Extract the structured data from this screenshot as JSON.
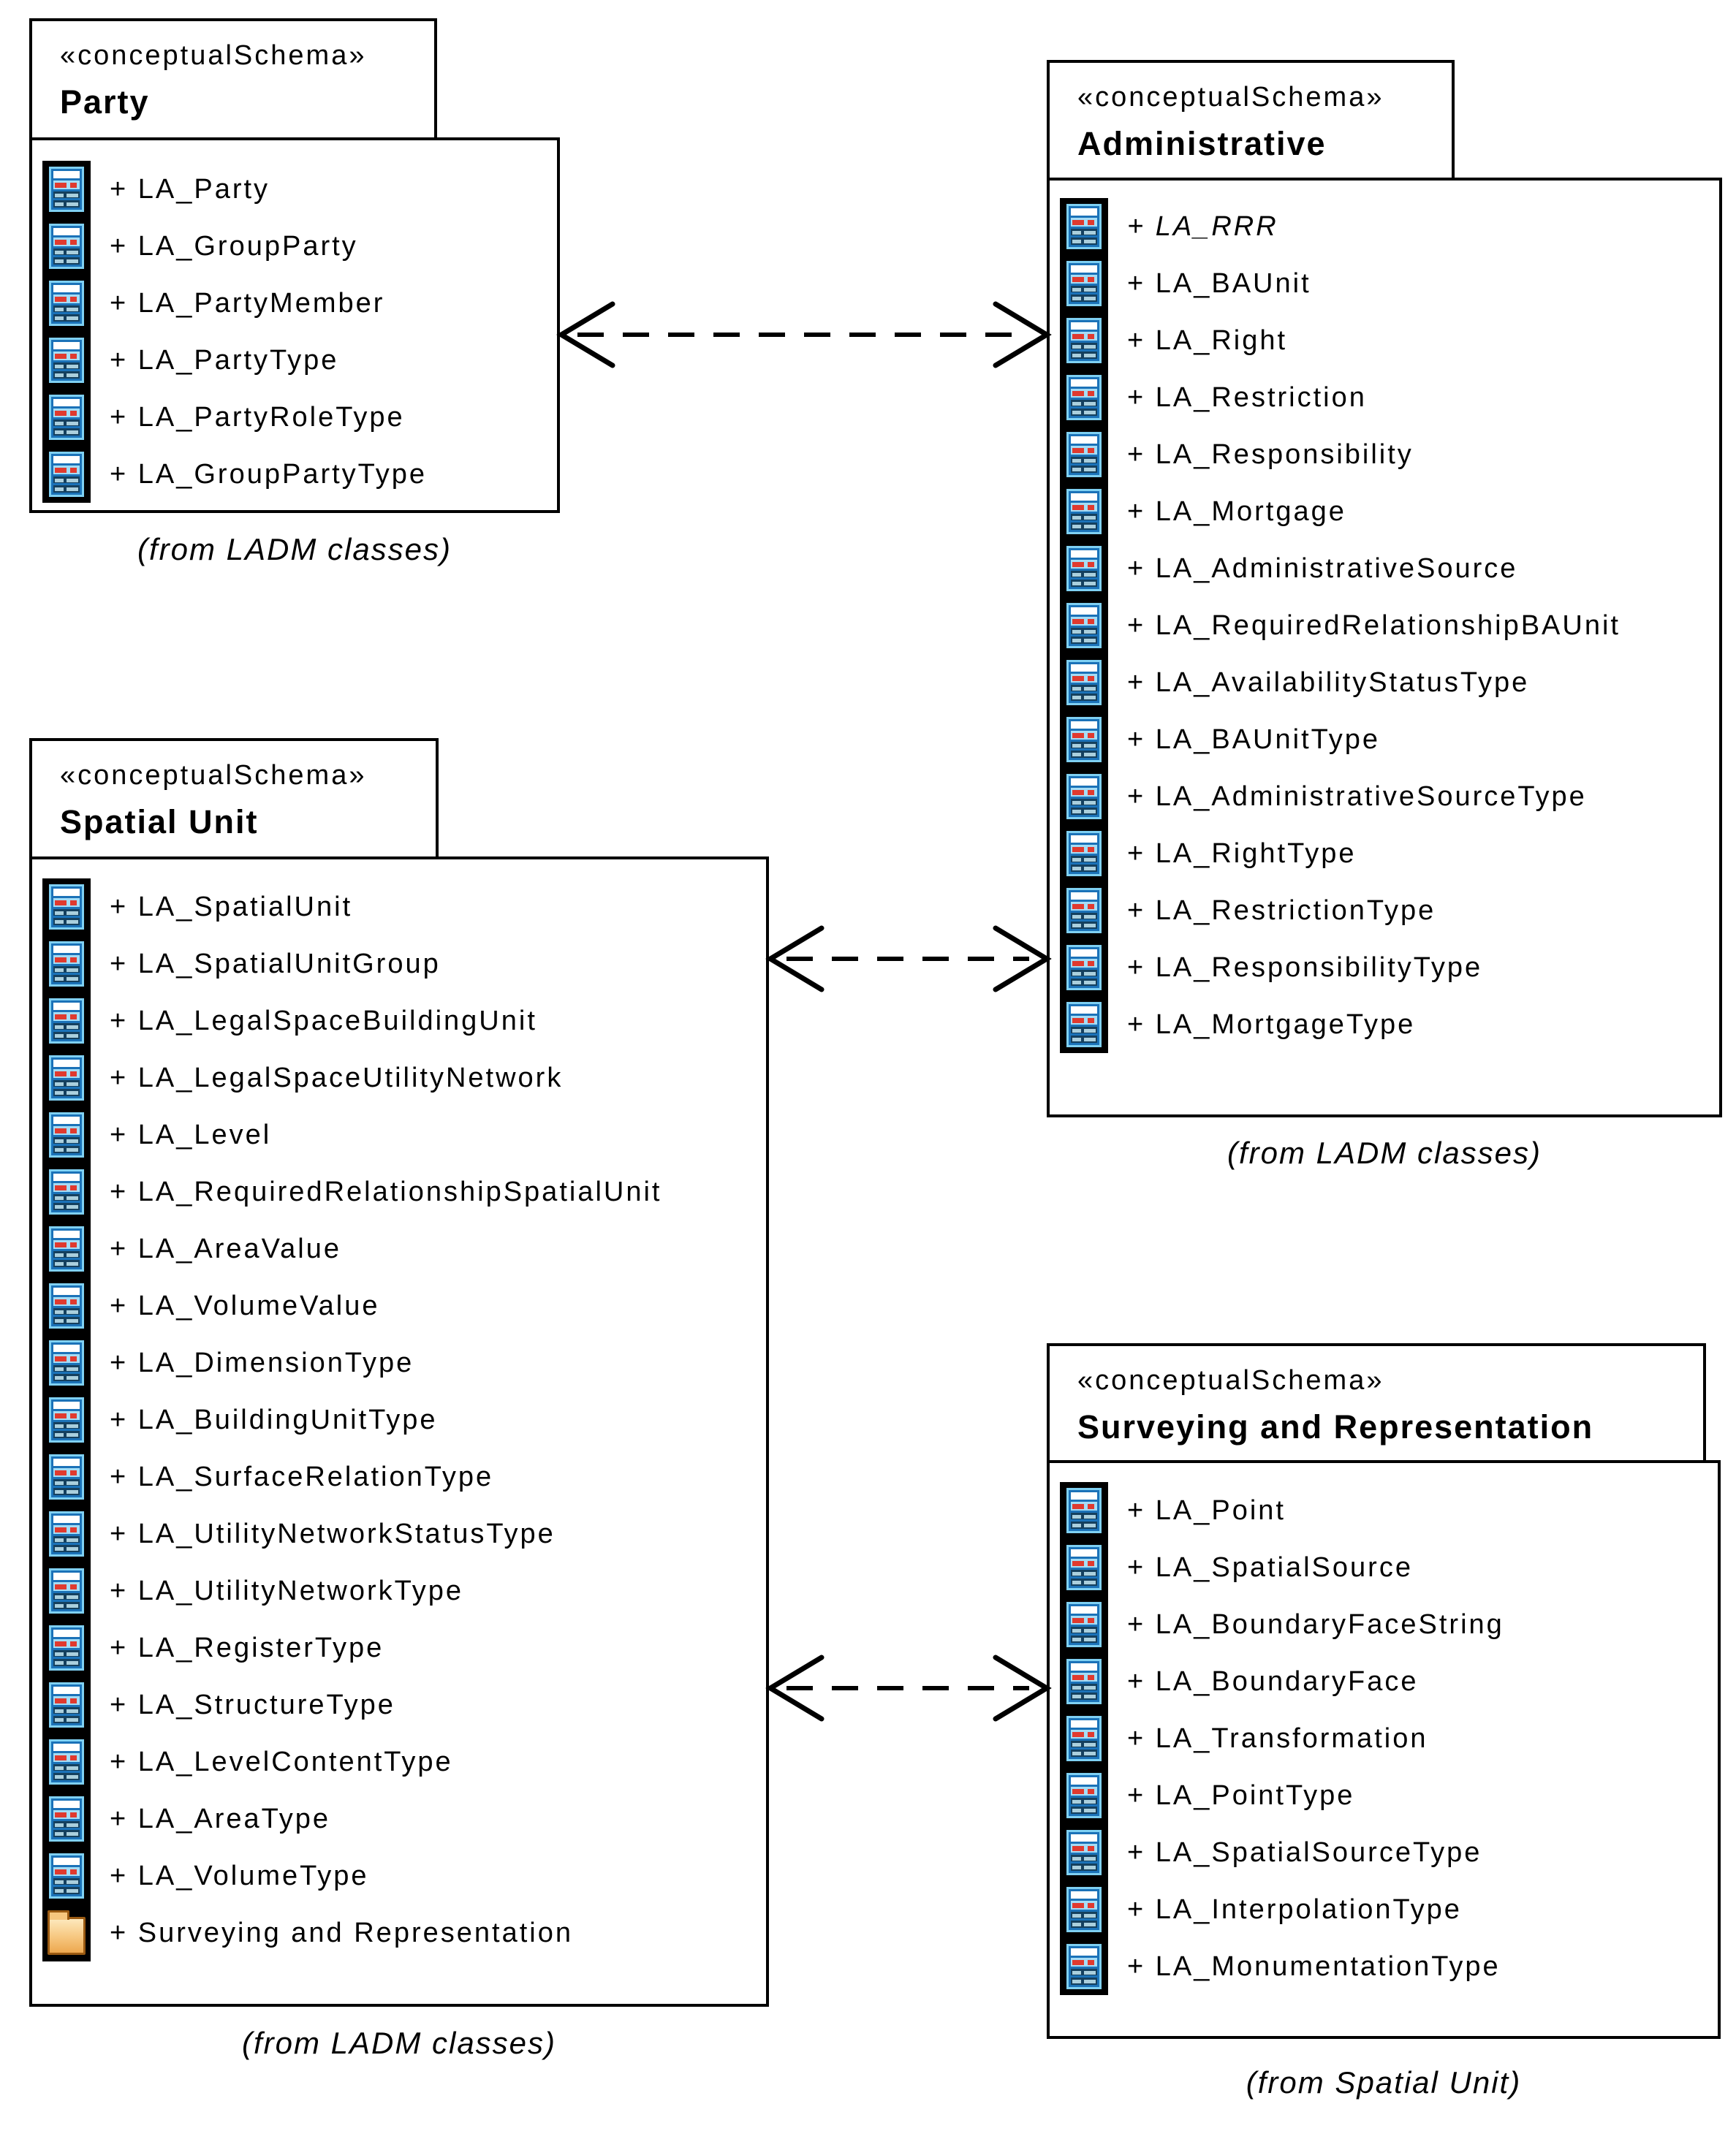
{
  "diagram": {
    "packages": [
      {
        "id": "party",
        "stereotype": "«conceptualSchema»",
        "name": "Party",
        "from_label": "(from LADM classes)",
        "items": [
          {
            "visibility": "+",
            "name": "LA_Party",
            "icon": "class-icon",
            "italic": false
          },
          {
            "visibility": "+",
            "name": "LA_GroupParty",
            "icon": "class-icon",
            "italic": false
          },
          {
            "visibility": "+",
            "name": "LA_PartyMember",
            "icon": "class-icon",
            "italic": false
          },
          {
            "visibility": "+",
            "name": "LA_PartyType",
            "icon": "class-icon",
            "italic": false
          },
          {
            "visibility": "+",
            "name": "LA_PartyRoleType",
            "icon": "class-icon",
            "italic": false
          },
          {
            "visibility": "+",
            "name": "LA_GroupPartyType",
            "icon": "class-icon",
            "italic": false
          }
        ]
      },
      {
        "id": "administrative",
        "stereotype": "«conceptualSchema»",
        "name": "Administrative",
        "from_label": "(from LADM classes)",
        "items": [
          {
            "visibility": "+",
            "name": "LA_RRR",
            "icon": "class-icon",
            "italic": true
          },
          {
            "visibility": "+",
            "name": "LA_BAUnit",
            "icon": "class-icon",
            "italic": false
          },
          {
            "visibility": "+",
            "name": "LA_Right",
            "icon": "class-icon",
            "italic": false
          },
          {
            "visibility": "+",
            "name": "LA_Restriction",
            "icon": "class-icon",
            "italic": false
          },
          {
            "visibility": "+",
            "name": "LA_Responsibility",
            "icon": "class-icon",
            "italic": false
          },
          {
            "visibility": "+",
            "name": "LA_Mortgage",
            "icon": "class-icon",
            "italic": false
          },
          {
            "visibility": "+",
            "name": "LA_AdministrativeSource",
            "icon": "class-icon",
            "italic": false
          },
          {
            "visibility": "+",
            "name": "LA_RequiredRelationshipBAUnit",
            "icon": "class-icon",
            "italic": false
          },
          {
            "visibility": "+",
            "name": "LA_AvailabilityStatusType",
            "icon": "class-icon",
            "italic": false
          },
          {
            "visibility": "+",
            "name": "LA_BAUnitType",
            "icon": "class-icon",
            "italic": false
          },
          {
            "visibility": "+",
            "name": "LA_AdministrativeSourceType",
            "icon": "class-icon",
            "italic": false
          },
          {
            "visibility": "+",
            "name": "LA_RightType",
            "icon": "class-icon",
            "italic": false
          },
          {
            "visibility": "+",
            "name": "LA_RestrictionType",
            "icon": "class-icon",
            "italic": false
          },
          {
            "visibility": "+",
            "name": "LA_ResponsibilityType",
            "icon": "class-icon",
            "italic": false
          },
          {
            "visibility": "+",
            "name": "LA_MortgageType",
            "icon": "class-icon",
            "italic": false
          }
        ]
      },
      {
        "id": "spatial-unit",
        "stereotype": "«conceptualSchema»",
        "name": "Spatial Unit",
        "from_label": "(from LADM classes)",
        "items": [
          {
            "visibility": "+",
            "name": "LA_SpatialUnit",
            "icon": "class-icon",
            "italic": false
          },
          {
            "visibility": "+",
            "name": "LA_SpatialUnitGroup",
            "icon": "class-icon",
            "italic": false
          },
          {
            "visibility": "+",
            "name": "LA_LegalSpaceBuildingUnit",
            "icon": "class-icon",
            "italic": false
          },
          {
            "visibility": "+",
            "name": "LA_LegalSpaceUtilityNetwork",
            "icon": "class-icon",
            "italic": false
          },
          {
            "visibility": "+",
            "name": "LA_Level",
            "icon": "class-icon",
            "italic": false
          },
          {
            "visibility": "+",
            "name": "LA_RequiredRelationshipSpatialUnit",
            "icon": "class-icon",
            "italic": false
          },
          {
            "visibility": "+",
            "name": "LA_AreaValue",
            "icon": "class-icon",
            "italic": false
          },
          {
            "visibility": "+",
            "name": "LA_VolumeValue",
            "icon": "class-icon",
            "italic": false
          },
          {
            "visibility": "+",
            "name": "LA_DimensionType",
            "icon": "class-icon",
            "italic": false
          },
          {
            "visibility": "+",
            "name": "LA_BuildingUnitType",
            "icon": "class-icon",
            "italic": false
          },
          {
            "visibility": "+",
            "name": "LA_SurfaceRelationType",
            "icon": "class-icon",
            "italic": false
          },
          {
            "visibility": "+",
            "name": "LA_UtilityNetworkStatusType",
            "icon": "class-icon",
            "italic": false
          },
          {
            "visibility": "+",
            "name": "LA_UtilityNetworkType",
            "icon": "class-icon",
            "italic": false
          },
          {
            "visibility": "+",
            "name": "LA_RegisterType",
            "icon": "class-icon",
            "italic": false
          },
          {
            "visibility": "+",
            "name": "LA_StructureType",
            "icon": "class-icon",
            "italic": false
          },
          {
            "visibility": "+",
            "name": "LA_LevelContentType",
            "icon": "class-icon",
            "italic": false
          },
          {
            "visibility": "+",
            "name": "LA_AreaType",
            "icon": "class-icon",
            "italic": false
          },
          {
            "visibility": "+",
            "name": "LA_VolumeType",
            "icon": "class-icon",
            "italic": false
          },
          {
            "visibility": "+",
            "name": "Surveying and Representation",
            "icon": "package-icon",
            "italic": false
          }
        ]
      },
      {
        "id": "surveying-and-representation",
        "stereotype": "«conceptualSchema»",
        "name": "Surveying and Representation",
        "from_label": "(from Spatial Unit)",
        "items": [
          {
            "visibility": "+",
            "name": "LA_Point",
            "icon": "class-icon",
            "italic": false
          },
          {
            "visibility": "+",
            "name": "LA_SpatialSource",
            "icon": "class-icon",
            "italic": false
          },
          {
            "visibility": "+",
            "name": "LA_BoundaryFaceString",
            "icon": "class-icon",
            "italic": false
          },
          {
            "visibility": "+",
            "name": "LA_BoundaryFace",
            "icon": "class-icon",
            "italic": false
          },
          {
            "visibility": "+",
            "name": "LA_Transformation",
            "icon": "class-icon",
            "italic": false
          },
          {
            "visibility": "+",
            "name": "LA_PointType",
            "icon": "class-icon",
            "italic": false
          },
          {
            "visibility": "+",
            "name": "LA_SpatialSourceType",
            "icon": "class-icon",
            "italic": false
          },
          {
            "visibility": "+",
            "name": "LA_InterpolationType",
            "icon": "class-icon",
            "italic": false
          },
          {
            "visibility": "+",
            "name": "LA_MonumentationType",
            "icon": "class-icon",
            "italic": false
          }
        ]
      }
    ],
    "connectors": [
      {
        "from": "Party",
        "to": "Administrative",
        "line": "dashed",
        "arrows": "both-open"
      },
      {
        "from": "Spatial Unit",
        "to": "Administrative",
        "line": "dashed",
        "arrows": "both-open"
      },
      {
        "from": "Spatial Unit",
        "to": "Surveying and Representation",
        "line": "dashed",
        "arrows": "both-open"
      }
    ]
  }
}
